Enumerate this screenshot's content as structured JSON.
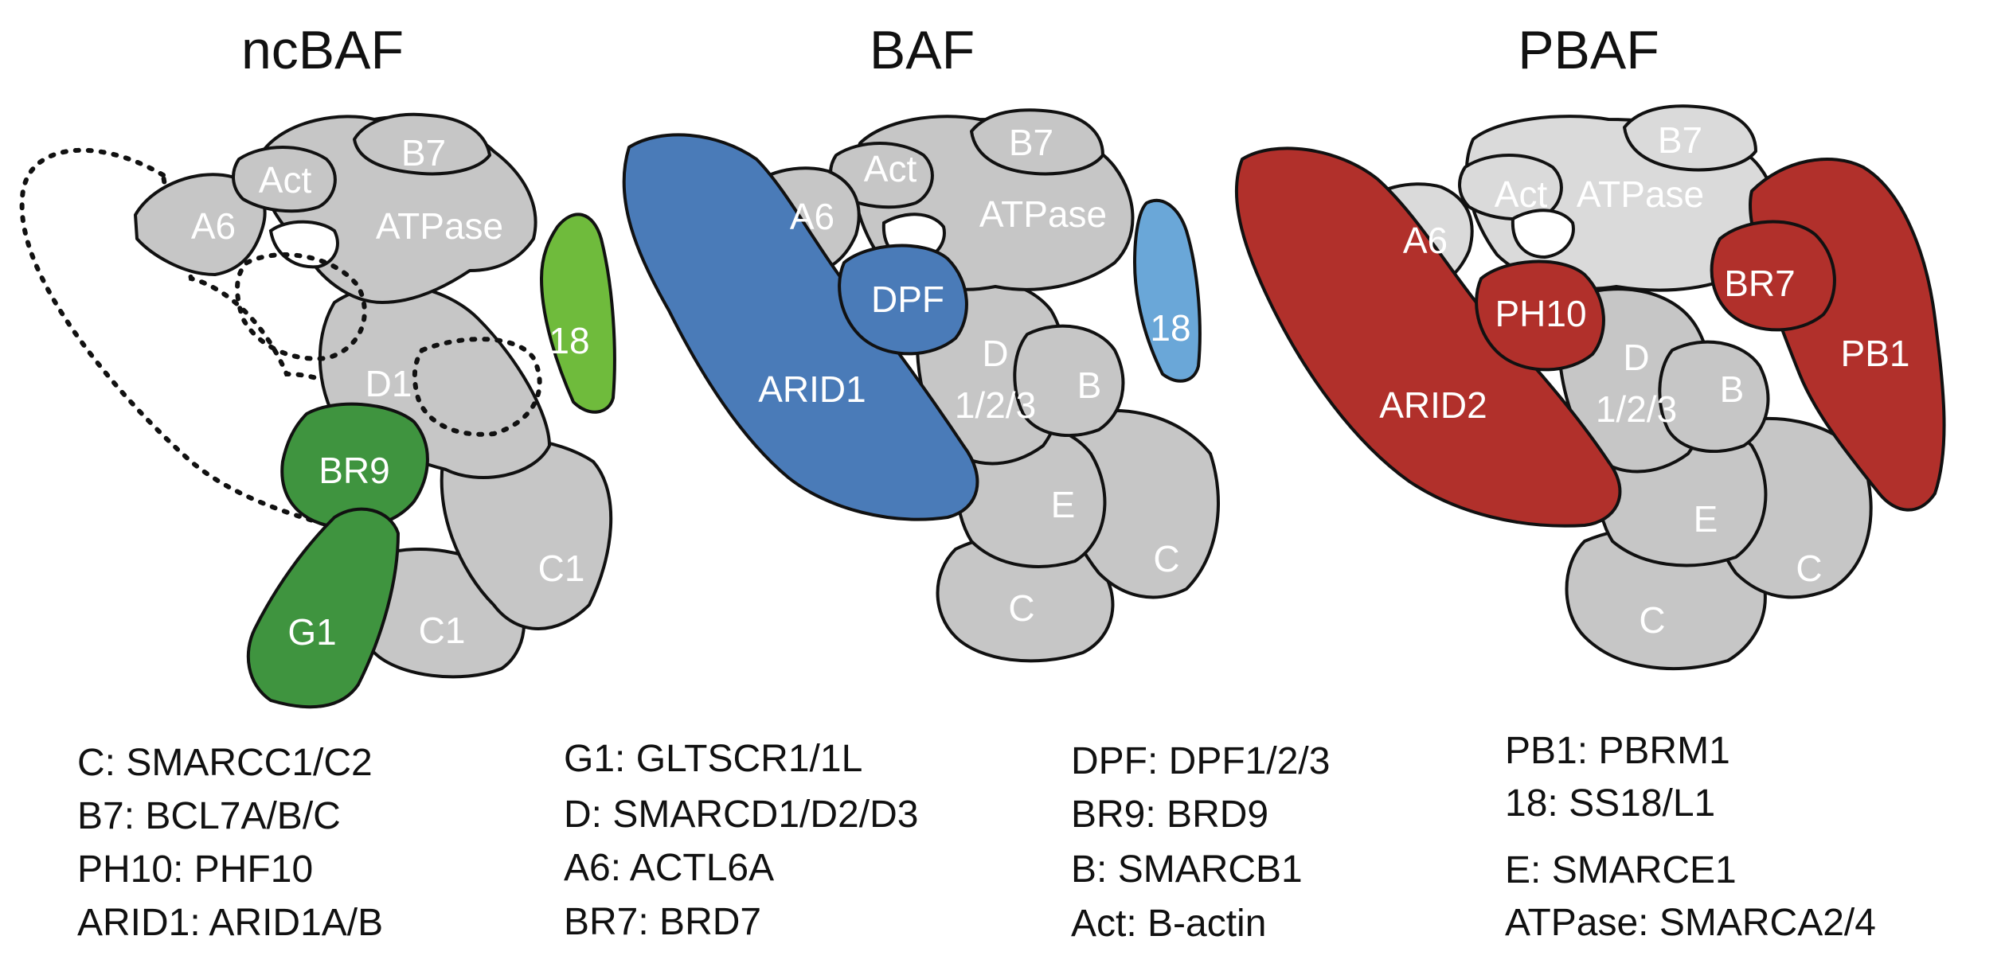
{
  "titles": {
    "ncbaf": "ncBAF",
    "baf": "BAF",
    "pbaf": "PBAF"
  },
  "colors": {
    "gray": "#c6c6c6",
    "light_gray": "#dadada",
    "green_dark": "#3f943f",
    "green_light": "#6fbb3c",
    "blue_dark": "#4a7bb8",
    "blue_light": "#6aa7d8",
    "red": "#b1302b"
  },
  "ncbaf": {
    "a6": "A6",
    "act": "Act",
    "b7": "B7",
    "atpase": "ATPase",
    "ss18": "18",
    "d1": "D1",
    "br9": "BR9",
    "g1": "G1",
    "c1_right": "C1",
    "c1_bottom": "C1"
  },
  "baf": {
    "a6": "A6",
    "act": "Act",
    "b7": "B7",
    "atpase": "ATPase",
    "dpf": "DPF",
    "arid1": "ARID1",
    "d_line1": "D",
    "d_line2": "1/2/3",
    "b": "B",
    "ss18": "18",
    "e": "E",
    "c_right": "C",
    "c_bottom": "C"
  },
  "pbaf": {
    "a6": "A6",
    "act": "Act",
    "b7": "B7",
    "atpase": "ATPase",
    "ph10": "PH10",
    "arid2": "ARID2",
    "d_line1": "D",
    "d_line2": "1/2/3",
    "b": "B",
    "br7": "BR7",
    "pb1": "PB1",
    "e": "E",
    "c_right": "C",
    "c_bottom": "C"
  },
  "legend": {
    "col1": [
      "C: SMARCC1/C2",
      "B7: BCL7A/B/C",
      "PH10: PHF10",
      "ARID1: ARID1A/B"
    ],
    "col2": [
      "G1: GLTSCR1/1L",
      "D: SMARCD1/D2/D3",
      "A6: ACTL6A",
      "BR7: BRD7"
    ],
    "col3": [
      "DPF: DPF1/2/3",
      "BR9: BRD9",
      "B: SMARCB1",
      "Act: B-actin"
    ],
    "col4": [
      "PB1: PBRM1",
      "18: SS18/L1",
      "E: SMARCE1",
      "ATPase: SMARCA2/4"
    ]
  }
}
